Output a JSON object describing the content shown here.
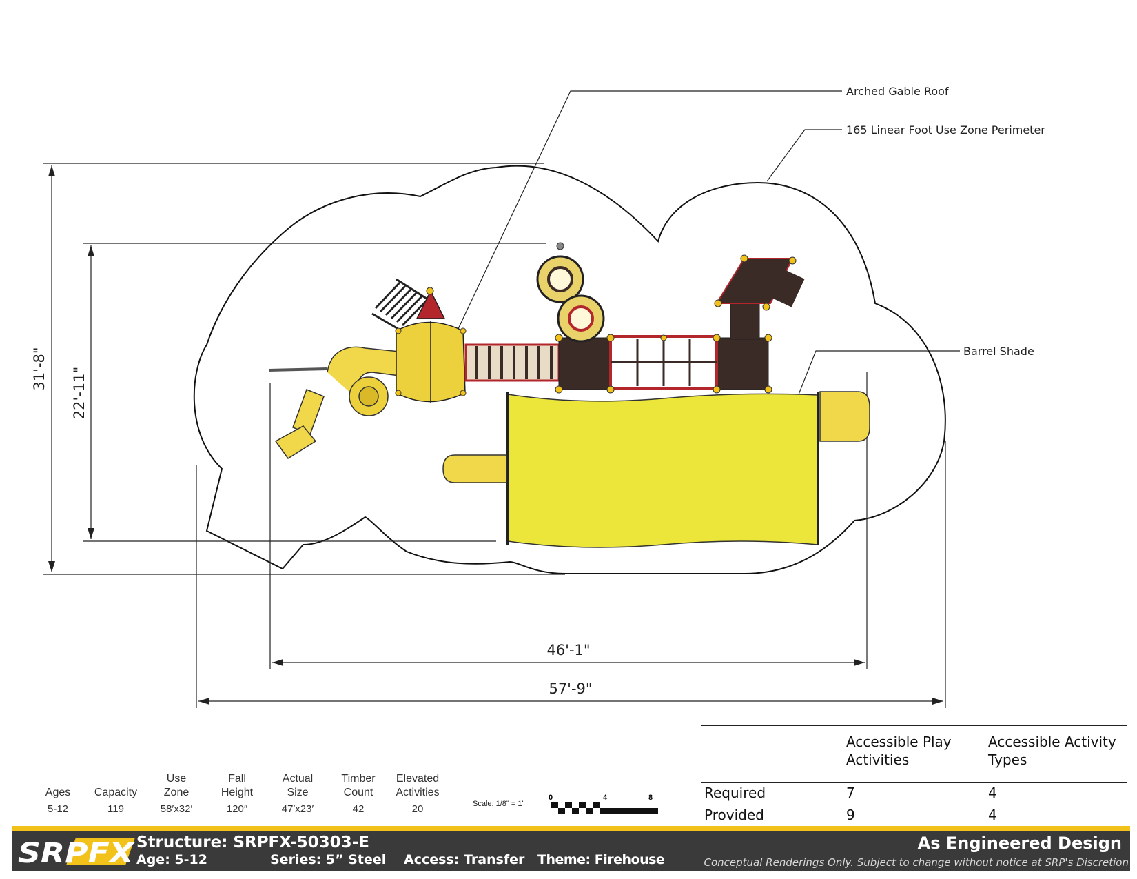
{
  "callouts": {
    "roof": "Arched Gable Roof",
    "perimeter": "165 Linear Foot Use Zone Perimeter",
    "shade": "Barrel Shade"
  },
  "dimensions": {
    "use_zone_height": "31'-8\"",
    "structure_height": "22'-11\"",
    "structure_width": "46'-1\"",
    "use_zone_width": "57'-9\""
  },
  "stats": [
    {
      "header": "Ages",
      "value": "5-12"
    },
    {
      "header": "Capacity",
      "value": "119"
    },
    {
      "header": "Use\nZone",
      "value": "58′x32′"
    },
    {
      "header": "Fall\nHeight",
      "value": "120″"
    },
    {
      "header": "Actual\nSize",
      "value": "47′x23′"
    },
    {
      "header": "Timber\nCount",
      "value": "42"
    },
    {
      "header": "Elevated\nActivities",
      "value": "20"
    }
  ],
  "scale": {
    "label": "Scale: 1/8\" = 1'",
    "ticks": [
      "0",
      "4",
      "8"
    ]
  },
  "accessibility": {
    "col1": "Accessible Play Activities",
    "col2": "Accessible Activity Types",
    "rows": [
      {
        "label": "Required",
        "a": "7",
        "b": "4"
      },
      {
        "label": "Provided",
        "a": "9",
        "b": "4"
      }
    ]
  },
  "footer": {
    "logo": "SRPFX",
    "structure": "Structure: SRPFX-50303-E",
    "age": "Age: 5-12",
    "series": "Series: 5” Steel",
    "access": "Access: Transfer",
    "theme": "Theme: Firehouse",
    "design": "As Engineered Design",
    "disclaimer": "Conceptual Renderings Only. Subject to change without notice at SRP's Discretion"
  },
  "colors": {
    "accent_yellow": "#f2c21b",
    "shade_yellow": "#ece63a",
    "slide_yellow": "#f1d84a",
    "deck_brown": "#3b2b27",
    "frame_red": "#b3262c",
    "footer_dark": "#3a3a3a"
  }
}
